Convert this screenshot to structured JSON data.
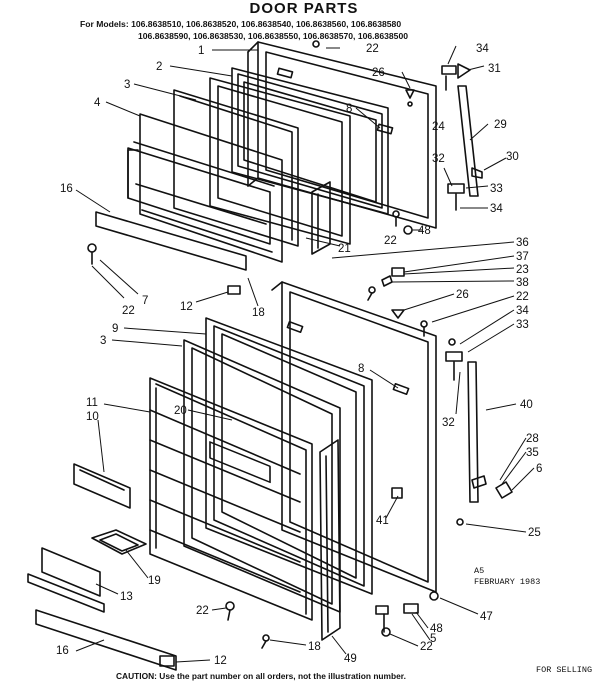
{
  "header": {
    "title": "DOOR PARTS",
    "models_line1": "For Models: 106.8638510, 106.8638520, 106.8638540, 106.8638560, 106.8638580",
    "models_line2": "106.8638590, 106.8638530, 106.8638550, 106.8638570, 106.8638500"
  },
  "callouts": [
    {
      "id": "c1",
      "label": "1"
    },
    {
      "id": "c2",
      "label": "2"
    },
    {
      "id": "c3a",
      "label": "3"
    },
    {
      "id": "c4",
      "label": "4"
    },
    {
      "id": "c16a",
      "label": "16"
    },
    {
      "id": "c7",
      "label": "7"
    },
    {
      "id": "c22a",
      "label": "22"
    },
    {
      "id": "c12a",
      "label": "12"
    },
    {
      "id": "c18a",
      "label": "18"
    },
    {
      "id": "c21",
      "label": "21"
    },
    {
      "id": "c22b",
      "label": "22"
    },
    {
      "id": "c48a",
      "label": "48"
    },
    {
      "id": "c22c",
      "label": "22"
    },
    {
      "id": "c26a",
      "label": "26"
    },
    {
      "id": "c8a",
      "label": "8"
    },
    {
      "id": "c24",
      "label": "24"
    },
    {
      "id": "c34a",
      "label": "34"
    },
    {
      "id": "c31",
      "label": "31"
    },
    {
      "id": "c29",
      "label": "29"
    },
    {
      "id": "c30",
      "label": "30"
    },
    {
      "id": "c32a",
      "label": "32"
    },
    {
      "id": "c33a",
      "label": "33"
    },
    {
      "id": "c34b",
      "label": "34"
    },
    {
      "id": "c36",
      "label": "36"
    },
    {
      "id": "c37",
      "label": "37"
    },
    {
      "id": "c23",
      "label": "23"
    },
    {
      "id": "c38",
      "label": "38"
    },
    {
      "id": "c26b",
      "label": "26"
    },
    {
      "id": "c22d",
      "label": "22"
    },
    {
      "id": "c34c",
      "label": "34"
    },
    {
      "id": "c33b",
      "label": "33"
    },
    {
      "id": "c9",
      "label": "9"
    },
    {
      "id": "c3b",
      "label": "3"
    },
    {
      "id": "c8b",
      "label": "8"
    },
    {
      "id": "c32b",
      "label": "32"
    },
    {
      "id": "c40",
      "label": "40"
    },
    {
      "id": "c11",
      "label": "11"
    },
    {
      "id": "c10",
      "label": "10"
    },
    {
      "id": "c20",
      "label": "20"
    },
    {
      "id": "c28",
      "label": "28"
    },
    {
      "id": "c35",
      "label": "35"
    },
    {
      "id": "c6",
      "label": "6"
    },
    {
      "id": "c41",
      "label": "41"
    },
    {
      "id": "c25",
      "label": "25"
    },
    {
      "id": "c19",
      "label": "19"
    },
    {
      "id": "c13",
      "label": "13"
    },
    {
      "id": "c22e",
      "label": "22"
    },
    {
      "id": "c48b",
      "label": "48"
    },
    {
      "id": "c47",
      "label": "47"
    },
    {
      "id": "c5",
      "label": "5"
    },
    {
      "id": "c22f",
      "label": "22"
    },
    {
      "id": "c18b",
      "label": "18"
    },
    {
      "id": "c16b",
      "label": "16"
    },
    {
      "id": "c12b",
      "label": "12"
    },
    {
      "id": "c49",
      "label": "49"
    }
  ],
  "stamp": {
    "line1": "A5",
    "line2": "FEBRUARY 1983"
  },
  "footer": {
    "caution": "CAUTION: Use the part number on all orders, not the illustration number.",
    "for_selling": "FOR SELLING"
  }
}
